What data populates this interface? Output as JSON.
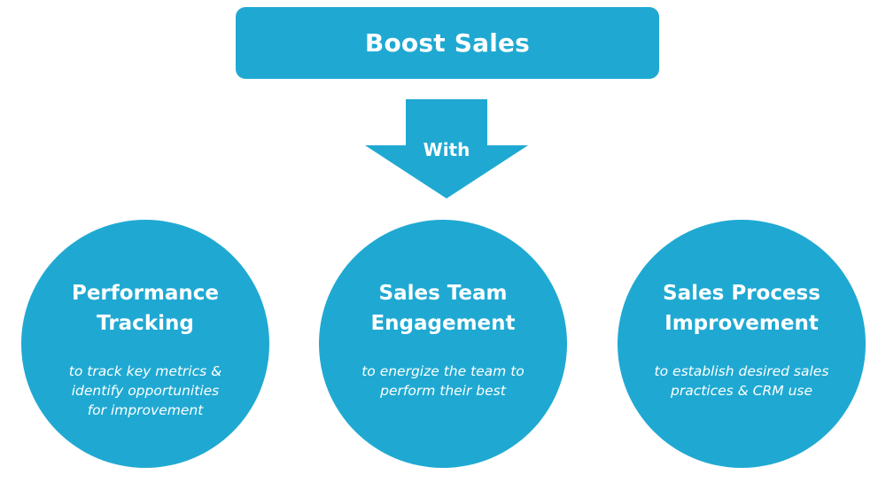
{
  "colors": {
    "primary": "#1fa9d2",
    "text": "#ffffff",
    "background": "#ffffff"
  },
  "header": {
    "title": "Boost Sales"
  },
  "connector": {
    "label": "With",
    "icon": "arrow-down-icon"
  },
  "pillars": [
    {
      "title_line1": "Performance",
      "title_line2": "Tracking",
      "desc_line1": "to track key metrics &",
      "desc_line2": "identify opportunities",
      "desc_line3": "for improvement"
    },
    {
      "title_line1": "Sales Team",
      "title_line2": "Engagement",
      "desc_line1": "to energize the team to",
      "desc_line2": "perform their best",
      "desc_line3": ""
    },
    {
      "title_line1": "Sales Process",
      "title_line2": "Improvement",
      "desc_line1": "to establish desired sales",
      "desc_line2": "practices & CRM use",
      "desc_line3": ""
    }
  ]
}
